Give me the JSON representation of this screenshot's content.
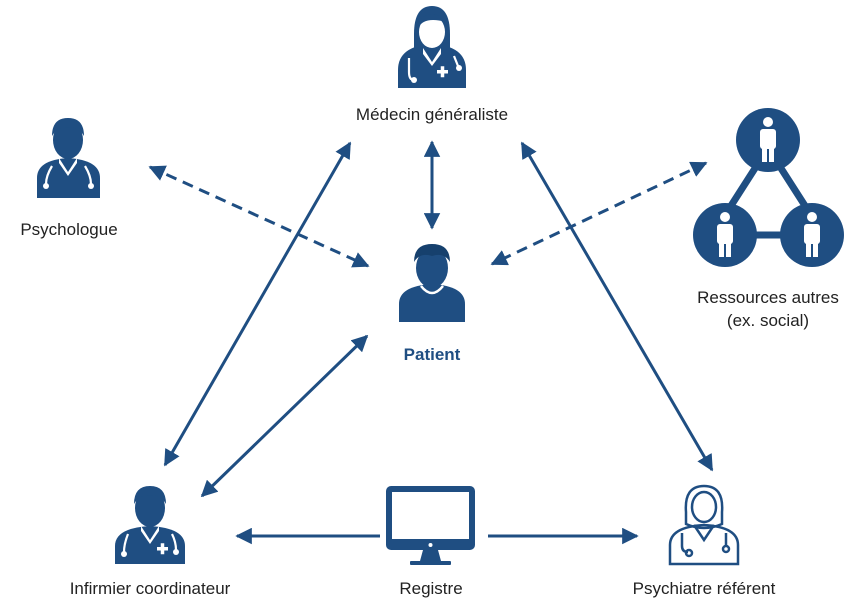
{
  "nodes": {
    "medecin": {
      "label": "Médecin généraliste",
      "icon": "female-doctor-icon"
    },
    "psychologue": {
      "label": "Psychologue",
      "icon": "male-doctor-icon"
    },
    "patient": {
      "label": "Patient",
      "icon": "patient-icon"
    },
    "ressources": {
      "label_line1": "Ressources autres",
      "label_line2": "(ex. social)",
      "icon": "social-network-icon"
    },
    "infirmier": {
      "label": "Infirmier coordinateur",
      "icon": "male-nurse-icon"
    },
    "registre": {
      "label": "Registre",
      "icon": "computer-monitor-icon"
    },
    "psychiatre": {
      "label": "Psychiatre référent",
      "icon": "female-psychiatrist-icon"
    }
  },
  "colors": {
    "primary": "#1f4e82",
    "text": "#222222",
    "background": "#ffffff"
  }
}
